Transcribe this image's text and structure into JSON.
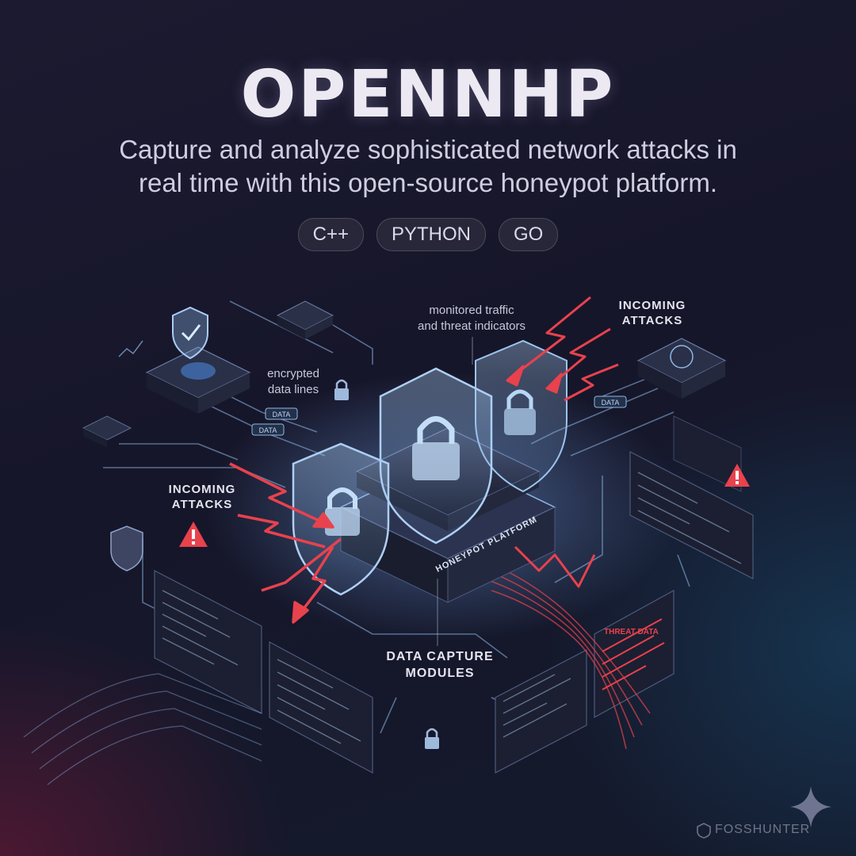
{
  "header": {
    "title": "OPENNHP",
    "subtitle_line1": "Capture and analyze sophisticated network attacks in",
    "subtitle_line2": "real time with this open-source honeypot platform."
  },
  "tags": [
    "C++",
    "PYTHON",
    "GO"
  ],
  "illustration": {
    "center_label": "HONEYPOT PLATFORM",
    "label_monitored_line1": "monitored traffic",
    "label_monitored_line2": "and threat indicators",
    "label_incoming_right_line1": "INCOMING",
    "label_incoming_right_line2": "ATTACKS",
    "label_encrypted_line1": "encrypted",
    "label_encrypted_line2": "data lines",
    "label_incoming_left_line1": "INCOMING",
    "label_incoming_left_line2": "ATTACKS",
    "label_capture_line1": "DATA CAPTURE",
    "label_capture_line2": "MODULES",
    "chip_data_1": "DATA",
    "chip_data_2": "DATA",
    "chip_data_3": "DATA",
    "chip_threat": "THREAT DATA",
    "colors": {
      "attack": "#e8424d",
      "line": "#8fb8e6",
      "shield": "#9cc4ee",
      "panel": "#1b1f31"
    }
  },
  "watermark": "FOSSHUNTER"
}
